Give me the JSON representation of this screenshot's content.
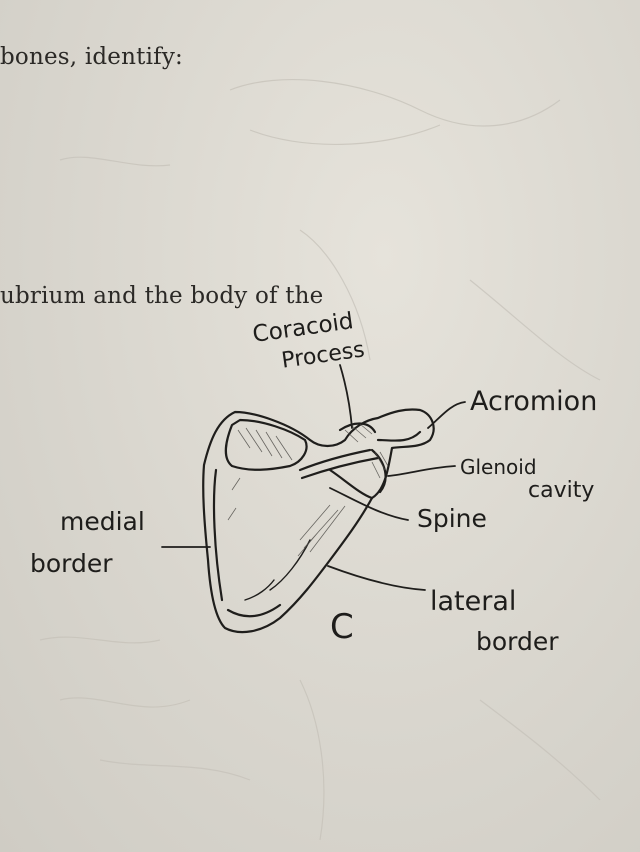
{
  "printed_text": {
    "line1": "bones, identify:",
    "line2": "ubrium and the body of the"
  },
  "labels": {
    "coracoid_line1": "Coracoid",
    "coracoid_line2": "Process",
    "acromion": "Acromion",
    "glenoid_line1": "Glenoid",
    "glenoid_line2": "cavity",
    "spine": "Spine",
    "medial_line1": "medial",
    "medial_line2": "border",
    "lateral_line1": "lateral",
    "lateral_line2": "border",
    "letter": "C"
  },
  "colors": {
    "paper": "#dcd9d1",
    "ink": "#1f1e1c",
    "print": "#2b2926"
  }
}
